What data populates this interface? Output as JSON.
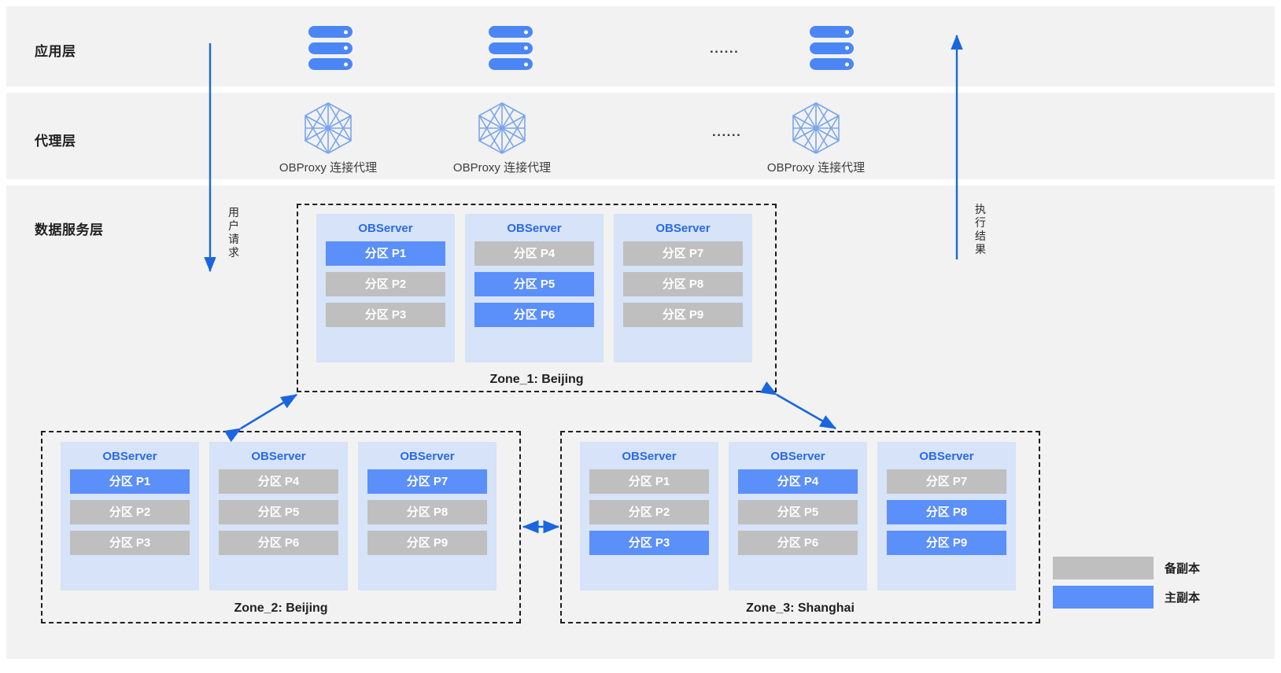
{
  "colors": {
    "band_bg": "#f2f2f2",
    "page_bg": "#ffffff",
    "accent_blue": "#1a66e0",
    "primary_replica": "#5b8ff9",
    "backup_replica": "#bfbfbf",
    "observer_panel": "#d6e3f8",
    "observer_title": "#2a6ae8",
    "zone_border": "#1f1f1f",
    "server_icon": "#4b86f5",
    "proxy_icon": "#7aa5ee"
  },
  "layers": [
    {
      "id": "app",
      "label": "应用层"
    },
    {
      "id": "proxy",
      "label": "代理层"
    },
    {
      "id": "data",
      "label": "数据服务层"
    }
  ],
  "flow": {
    "request_label": "用户请求",
    "result_label": "执行结果"
  },
  "application_layer": {
    "ellipsis": "......",
    "nodes": [
      {
        "icon": "server-icon"
      },
      {
        "icon": "server-icon"
      },
      {
        "icon": "server-icon"
      }
    ]
  },
  "proxy_layer": {
    "ellipsis": "......",
    "nodes": [
      {
        "icon": "obproxy-mesh-icon",
        "caption": "OBProxy 连接代理"
      },
      {
        "icon": "obproxy-mesh-icon",
        "caption": "OBProxy 连接代理"
      },
      {
        "icon": "obproxy-mesh-icon",
        "caption": "OBProxy 连接代理"
      }
    ]
  },
  "zones": [
    {
      "id": "zone1",
      "caption": "Zone_1: Beijing",
      "servers": [
        {
          "title": "OBServer",
          "partitions": [
            {
              "label": "分区 P1",
              "role": "primary"
            },
            {
              "label": "分区 P2",
              "role": "backup"
            },
            {
              "label": "分区 P3",
              "role": "backup"
            }
          ]
        },
        {
          "title": "OBServer",
          "partitions": [
            {
              "label": "分区 P4",
              "role": "backup"
            },
            {
              "label": "分区 P5",
              "role": "primary"
            },
            {
              "label": "分区 P6",
              "role": "primary"
            }
          ]
        },
        {
          "title": "OBServer",
          "partitions": [
            {
              "label": "分区 P7",
              "role": "backup"
            },
            {
              "label": "分区 P8",
              "role": "backup"
            },
            {
              "label": "分区 P9",
              "role": "backup"
            }
          ]
        }
      ]
    },
    {
      "id": "zone2",
      "caption": "Zone_2: Beijing",
      "servers": [
        {
          "title": "OBServer",
          "partitions": [
            {
              "label": "分区 P1",
              "role": "primary"
            },
            {
              "label": "分区 P2",
              "role": "backup"
            },
            {
              "label": "分区 P3",
              "role": "backup"
            }
          ]
        },
        {
          "title": "OBServer",
          "partitions": [
            {
              "label": "分区 P4",
              "role": "backup"
            },
            {
              "label": "分区 P5",
              "role": "backup"
            },
            {
              "label": "分区 P6",
              "role": "backup"
            }
          ]
        },
        {
          "title": "OBServer",
          "partitions": [
            {
              "label": "分区 P7",
              "role": "primary"
            },
            {
              "label": "分区 P8",
              "role": "backup"
            },
            {
              "label": "分区 P9",
              "role": "backup"
            }
          ]
        }
      ]
    },
    {
      "id": "zone3",
      "caption": "Zone_3: Shanghai",
      "servers": [
        {
          "title": "OBServer",
          "partitions": [
            {
              "label": "分区 P1",
              "role": "backup"
            },
            {
              "label": "分区 P2",
              "role": "backup"
            },
            {
              "label": "分区 P3",
              "role": "primary"
            }
          ]
        },
        {
          "title": "OBServer",
          "partitions": [
            {
              "label": "分区 P4",
              "role": "primary"
            },
            {
              "label": "分区 P5",
              "role": "backup"
            },
            {
              "label": "分区 P6",
              "role": "backup"
            }
          ]
        },
        {
          "title": "OBServer",
          "partitions": [
            {
              "label": "分区 P7",
              "role": "backup"
            },
            {
              "label": "分区 P8",
              "role": "primary"
            },
            {
              "label": "分区 P9",
              "role": "primary"
            }
          ]
        }
      ]
    }
  ],
  "legend": [
    {
      "role": "backup",
      "label": "备副本"
    },
    {
      "role": "primary",
      "label": "主副本"
    }
  ]
}
